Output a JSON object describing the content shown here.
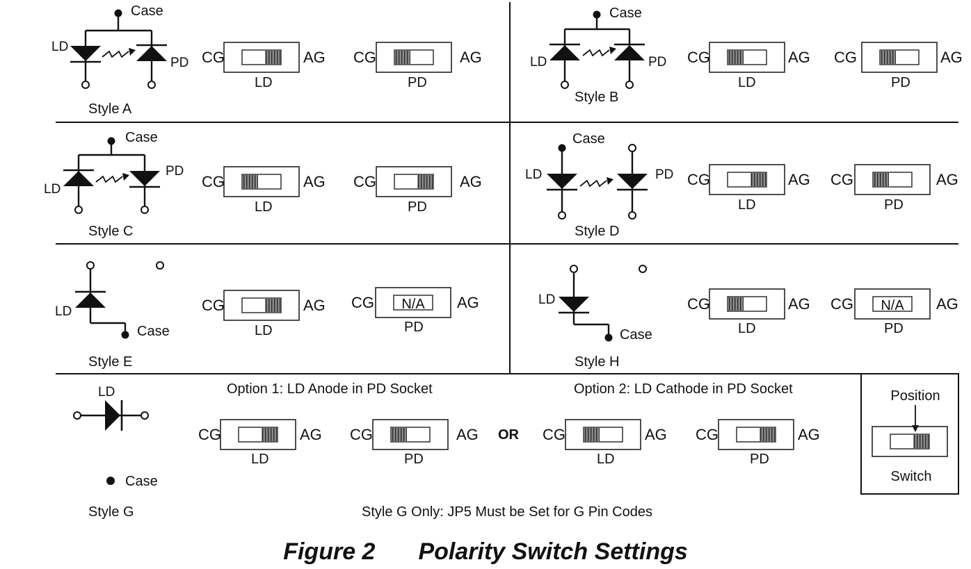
{
  "labels": {
    "case": "Case",
    "ld": "LD",
    "pd": "PD",
    "cg": "CG",
    "ag": "AG",
    "na": "N/A",
    "or": "OR",
    "position": "Position",
    "switch": "Switch"
  },
  "styles": {
    "a": "Style A",
    "b": "Style B",
    "c": "Style C",
    "d": "Style D",
    "e": "Style E",
    "h": "Style H",
    "g": "Style G"
  },
  "options": {
    "option1": "Option 1: LD Anode in PD Socket",
    "option2": "Option 2: LD Cathode in PD Socket"
  },
  "note": "Style G Only: JP5 Must be Set for G Pin Codes",
  "caption": {
    "figure": "Figure 2",
    "title": "Polarity Switch Settings"
  },
  "switch_settings": [
    {
      "style": "Style A",
      "LD": "AG",
      "PD": "CG"
    },
    {
      "style": "Style B",
      "LD": "CG",
      "PD": "CG"
    },
    {
      "style": "Style C",
      "LD": "CG",
      "PD": "AG"
    },
    {
      "style": "Style D",
      "LD": "AG",
      "PD": "CG"
    },
    {
      "style": "Style E",
      "LD": "AG",
      "PD": "N/A"
    },
    {
      "style": "Style H",
      "LD": "CG",
      "PD": "N/A"
    },
    {
      "style": "Style G Option 1",
      "LD": "AG",
      "PD": "CG"
    },
    {
      "style": "Style G Option 2",
      "LD": "CG",
      "PD": "AG"
    }
  ]
}
